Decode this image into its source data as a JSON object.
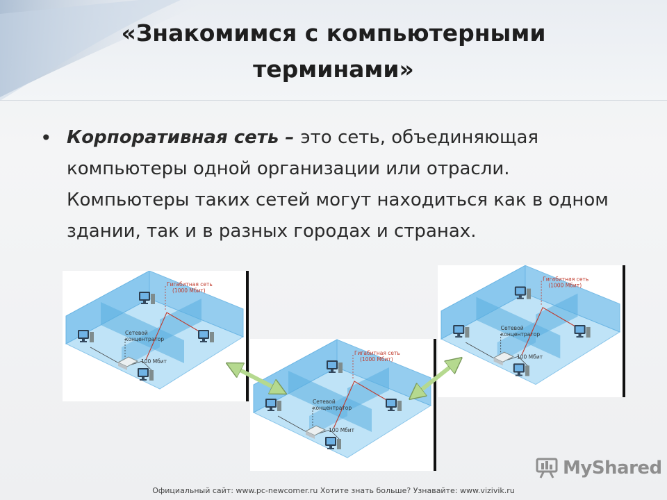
{
  "slide": {
    "title_line1": "«Знакомимся с компьютерными",
    "title_line2": "терминами»",
    "bullet": "•",
    "term": "Корпоративная сеть",
    "dash": " – ",
    "definition": "это сеть, объединяющая компьютеры одной организации или отрасли. Компьютеры таких сетей могут находиться как в одном здании, так и в разных городах и странах."
  },
  "diagram_labels": {
    "gigabit_line1": "Гигабитная сеть",
    "gigabit_line2": "(1000 Мбит)",
    "hub_line1": "Сетевой",
    "hub_line2": "концентратор",
    "fast": "100 Мбит"
  },
  "footer": {
    "text": "Официальный сайт: www.pc-newcomer.ru Хотите знать больше? Узнавайте: www.vizivik.ru"
  },
  "logo": {
    "text": "MyShared",
    "icon": "presentation-board-icon"
  },
  "colors": {
    "floor": "#bfe3f7",
    "wall": "#8ac8ee",
    "wall_dark": "#5aaee0",
    "arrow": "#b5d98f",
    "gigabit_line": "#c0392b"
  }
}
